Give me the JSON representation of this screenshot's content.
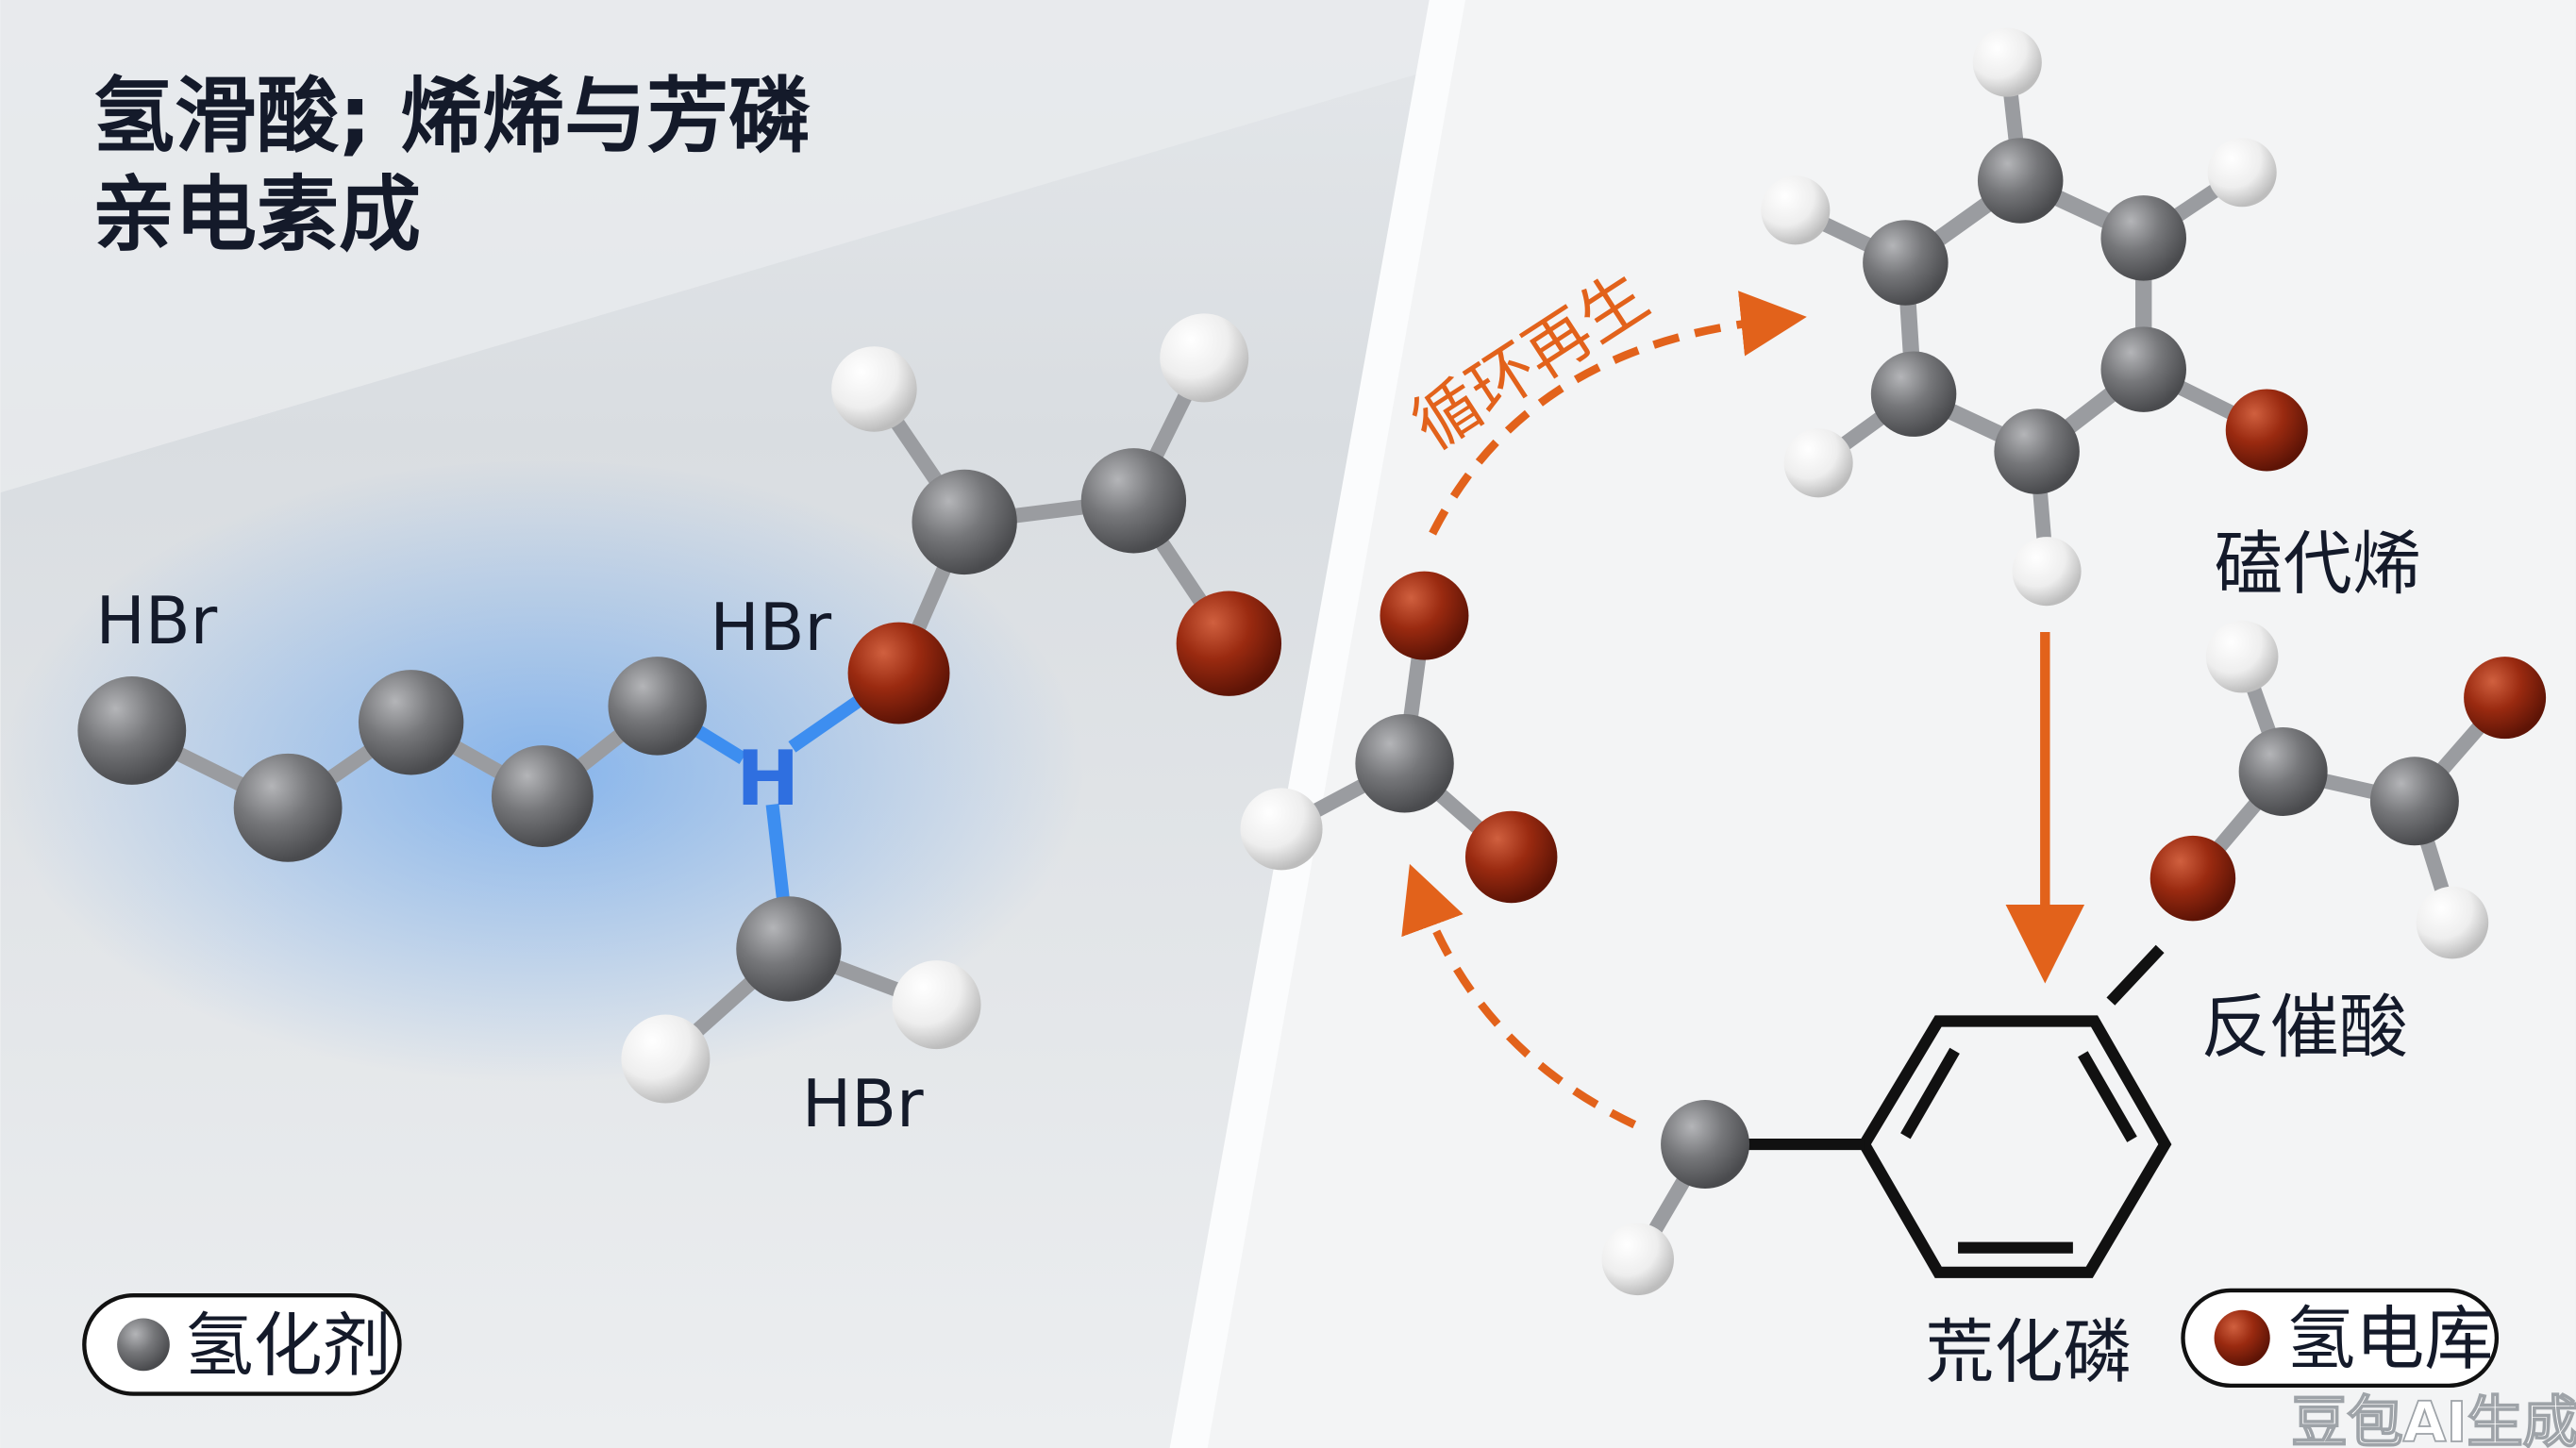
{
  "title": {
    "line1": "氢滑酸; 烯烯与芳磷",
    "line2": "亲电素成"
  },
  "labels": {
    "hbr_1": "HBr",
    "hbr_2": "HBr",
    "hbr_3": "HBr",
    "hydrogen_center": "H",
    "cycle": "循环再生",
    "iodo_alkene": "磕代烯",
    "counter_acid": "反催酸",
    "aryl_phosphide": "荒化磷"
  },
  "legend": [
    {
      "label": "氢化剂",
      "color": "#6f7073"
    },
    {
      "label": "氢电库",
      "color": "#9a2a10"
    }
  ],
  "watermark": "豆包AI生成",
  "colors": {
    "carbon": "#6f7073",
    "oxygen": "#9a2a10",
    "hydrogen": "#f4f4f4",
    "arrow": "#e2621b",
    "highlight": "#3d8ef0"
  }
}
